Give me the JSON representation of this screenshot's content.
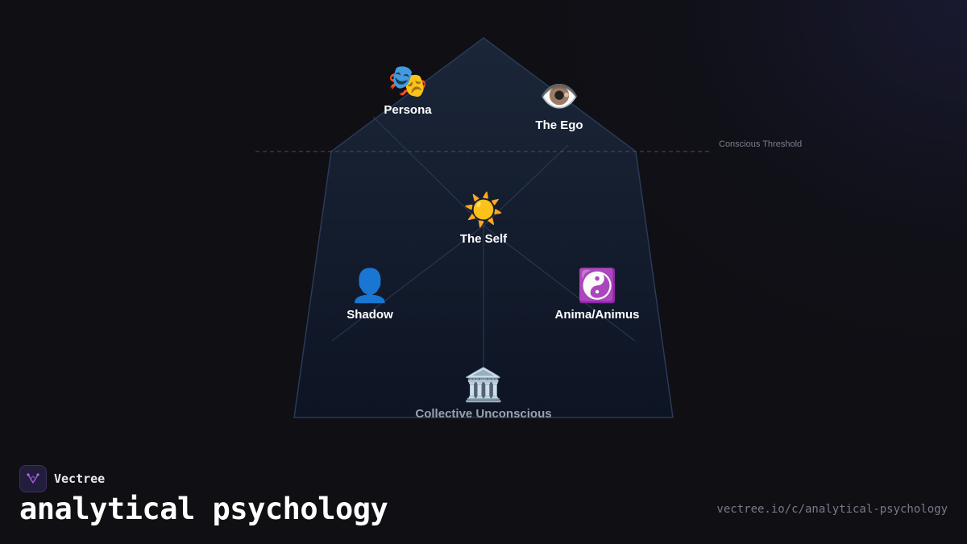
{
  "diagram": {
    "nodes": {
      "persona": {
        "icon": "🎭",
        "icon_name": "theater-masks-icon",
        "label": "Persona"
      },
      "ego": {
        "icon": "👁️",
        "icon_name": "eye-icon",
        "label": "The Ego"
      },
      "self": {
        "icon": "☀️",
        "icon_name": "sun-icon",
        "label": "The Self"
      },
      "shadow": {
        "icon": "👤",
        "icon_name": "silhouette-icon",
        "label": "Shadow"
      },
      "anima": {
        "icon": "☯️",
        "icon_name": "yin-yang-icon",
        "label": "Anima/Animus"
      },
      "collective": {
        "icon": "🏛️",
        "icon_name": "classical-building-icon",
        "label": "Collective Unconscious"
      }
    },
    "threshold_label": "Conscious Threshold",
    "colors": {
      "shape_fill_top": "#1a2436",
      "shape_fill_bottom": "#0e1626",
      "shape_stroke": "#2a3a58",
      "connector": "#2a3a52",
      "threshold": "#4a4f5c"
    }
  },
  "footer": {
    "brand_name": "Vectree",
    "title": "analytical psychology",
    "url": "vectree.io/c/analytical-psychology"
  },
  "colors": {
    "background": "#0f0f14",
    "logo_accent": "#9b59d0"
  }
}
